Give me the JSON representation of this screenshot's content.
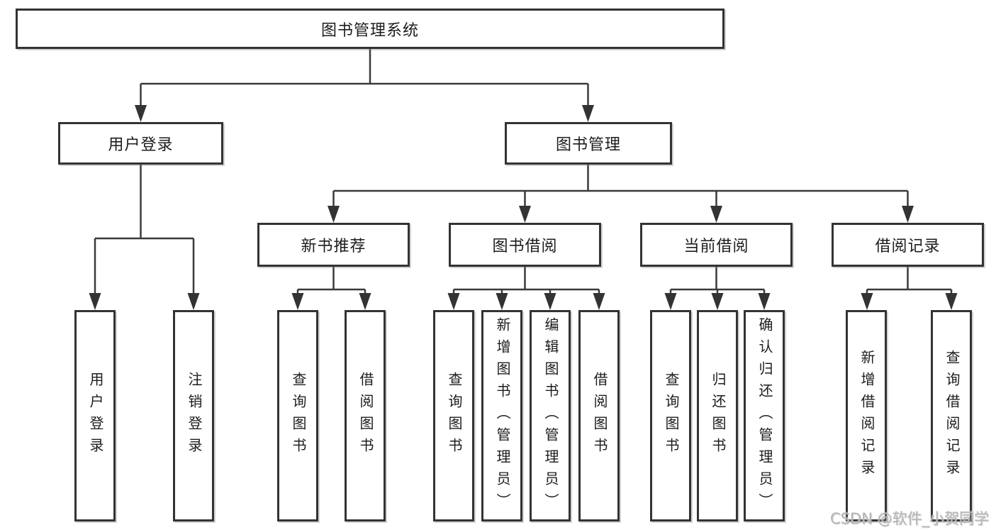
{
  "tree": {
    "root": {
      "label": "图书管理系统",
      "children": [
        {
          "label": "用户登录",
          "children": [
            {
              "label": "用户登录"
            },
            {
              "label": "注销登录"
            }
          ]
        },
        {
          "label": "图书管理",
          "children": [
            {
              "label": "新书推荐",
              "children": [
                {
                  "label": "查询图书"
                },
                {
                  "label": "借阅图书"
                }
              ]
            },
            {
              "label": "图书借阅",
              "children": [
                {
                  "label": "查询图书"
                },
                {
                  "label": "新增图书（管理员）"
                },
                {
                  "label": "编辑图书（管理员）"
                },
                {
                  "label": "借阅图书"
                }
              ]
            },
            {
              "label": "当前借阅",
              "children": [
                {
                  "label": "查询图书"
                },
                {
                  "label": "归还图书"
                },
                {
                  "label": "确认归还（管理员）"
                }
              ]
            },
            {
              "label": "借阅记录",
              "children": [
                {
                  "label": "新增借阅记录"
                },
                {
                  "label": "查询借阅记录"
                }
              ]
            }
          ]
        }
      ]
    }
  },
  "colors": {
    "line": "#3a3a3a",
    "border": "#333333",
    "text": "#1c1c1c",
    "watermark": "#b4b4b4"
  },
  "watermark": {
    "text": "CSDN @软件_小贺同学"
  }
}
